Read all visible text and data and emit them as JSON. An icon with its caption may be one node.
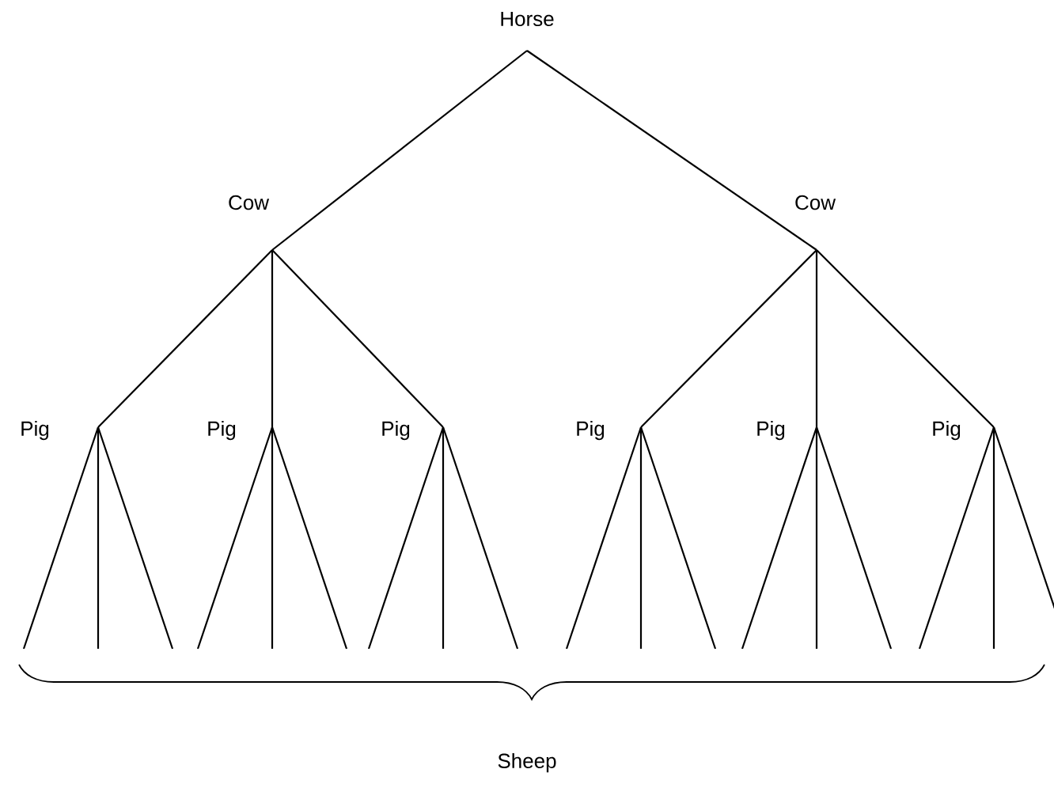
{
  "diagram": {
    "nodes": [
      {
        "text": [
          "Horse"
        ]
      },
      {
        "text": [
          "Cow"
        ]
      },
      {
        "text": [
          "Cow"
        ]
      },
      {
        "text": [
          "Pig"
        ]
      },
      {
        "text": [
          "Pig"
        ]
      },
      {
        "text": [
          "Pig"
        ]
      },
      {
        "text": [
          "Pig"
        ]
      },
      {
        "text": [
          "Pig"
        ]
      },
      {
        "text": [
          "Pig"
        ]
      }
    ],
    "edges": [
      {
        "from": 0,
        "to": 1,
        "arrow": "none"
      },
      {
        "from": 0,
        "to": 2,
        "arrow": "none"
      },
      {
        "from": 1,
        "to": 3,
        "arrow": "none"
      },
      {
        "from": 1,
        "to": 4,
        "arrow": "none"
      },
      {
        "from": 1,
        "to": 5,
        "arrow": "none"
      },
      {
        "from": 2,
        "to": 6,
        "arrow": "none"
      },
      {
        "from": 2,
        "to": 7,
        "arrow": "none"
      },
      {
        "from": 2,
        "to": 8,
        "arrow": "none"
      },
      {
        "from": 3,
        "to": null,
        "arrow": "none"
      },
      {
        "from": 3,
        "to": null,
        "arrow": "none"
      },
      {
        "from": 3,
        "to": null,
        "arrow": "none"
      },
      {
        "from": 4,
        "to": null,
        "arrow": "none"
      },
      {
        "from": 4,
        "to": null,
        "arrow": "none"
      },
      {
        "from": 4,
        "to": null,
        "arrow": "none"
      },
      {
        "from": 5,
        "to": null,
        "arrow": "none"
      },
      {
        "from": 5,
        "to": null,
        "arrow": "none"
      },
      {
        "from": 5,
        "to": null,
        "arrow": "none"
      },
      {
        "from": 6,
        "to": null,
        "arrow": "none"
      },
      {
        "from": 6,
        "to": null,
        "arrow": "none"
      },
      {
        "from": 6,
        "to": null,
        "arrow": "none"
      },
      {
        "from": 7,
        "to": null,
        "arrow": "none"
      },
      {
        "from": 7,
        "to": null,
        "arrow": "none"
      },
      {
        "from": 7,
        "to": null,
        "arrow": "none"
      },
      {
        "from": 8,
        "to": null,
        "arrow": "none"
      },
      {
        "from": 8,
        "to": null,
        "arrow": "none"
      },
      {
        "from": 8,
        "to": null,
        "arrow": "none"
      }
    ],
    "labels": [
      "Sheep"
    ]
  }
}
